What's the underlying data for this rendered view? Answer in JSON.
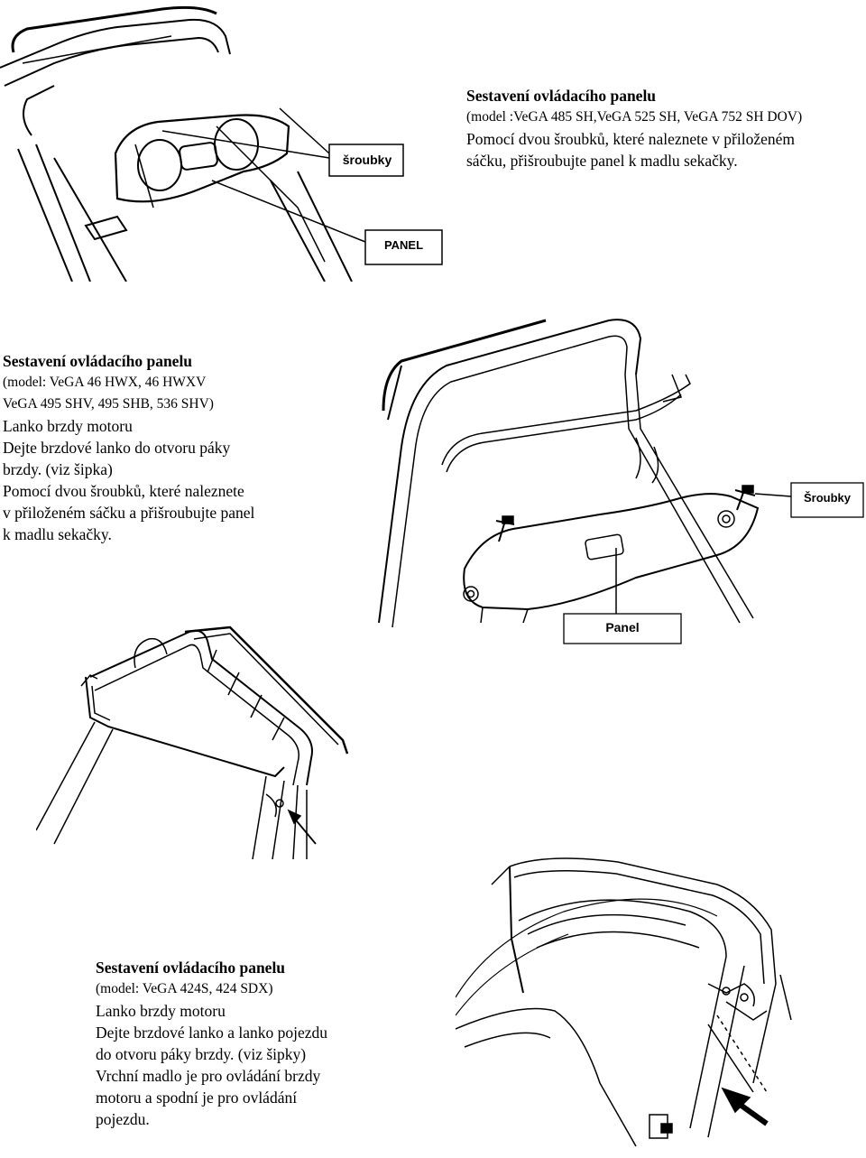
{
  "sections": [
    {
      "title": "Sestavení ovládacího panelu",
      "model_lines": [
        "(model :VeGA 485 SH,VeGA 525 SH, VeGA 752 SH DOV)"
      ],
      "lines": [
        "Pomocí dvou šroubků, které naleznete v přiloženém",
        "sáčku, přišroubujte panel k madlu sekačky."
      ]
    },
    {
      "title": "Sestavení ovládacího panelu",
      "model_lines": [
        "(model: VeGA 46 HWX, 46 HWXV",
        "VeGA 495 SHV, 495 SHB, 536 SHV)"
      ],
      "lines": [
        "Lanko brzdy motoru",
        "Dejte brzdové lanko do otvoru páky",
        "brzdy. (viz šipka)",
        "Pomocí dvou šroubků, které naleznete",
        "v přiloženém sáčku a přišroubujte panel",
        "k madlu sekačky."
      ]
    },
    {
      "title": "Sestavení ovládacího panelu",
      "model_lines": [
        "(model: VeGA 424S, 424 SDX)"
      ],
      "lines": [
        "Lanko brzdy motoru",
        "Dejte brzdové lanko a lanko pojezdu",
        "do otvoru páky brzdy. (viz šipky)",
        "Vrchní madlo je pro ovládání brzdy",
        "motoru a spodní je pro ovládání",
        "pojezdu."
      ]
    }
  ],
  "figure1": {
    "label_screws": "šroubky",
    "label_panel": "PANEL"
  },
  "figure2": {
    "label_screws": "Šroubky",
    "label_panel": "Panel"
  }
}
